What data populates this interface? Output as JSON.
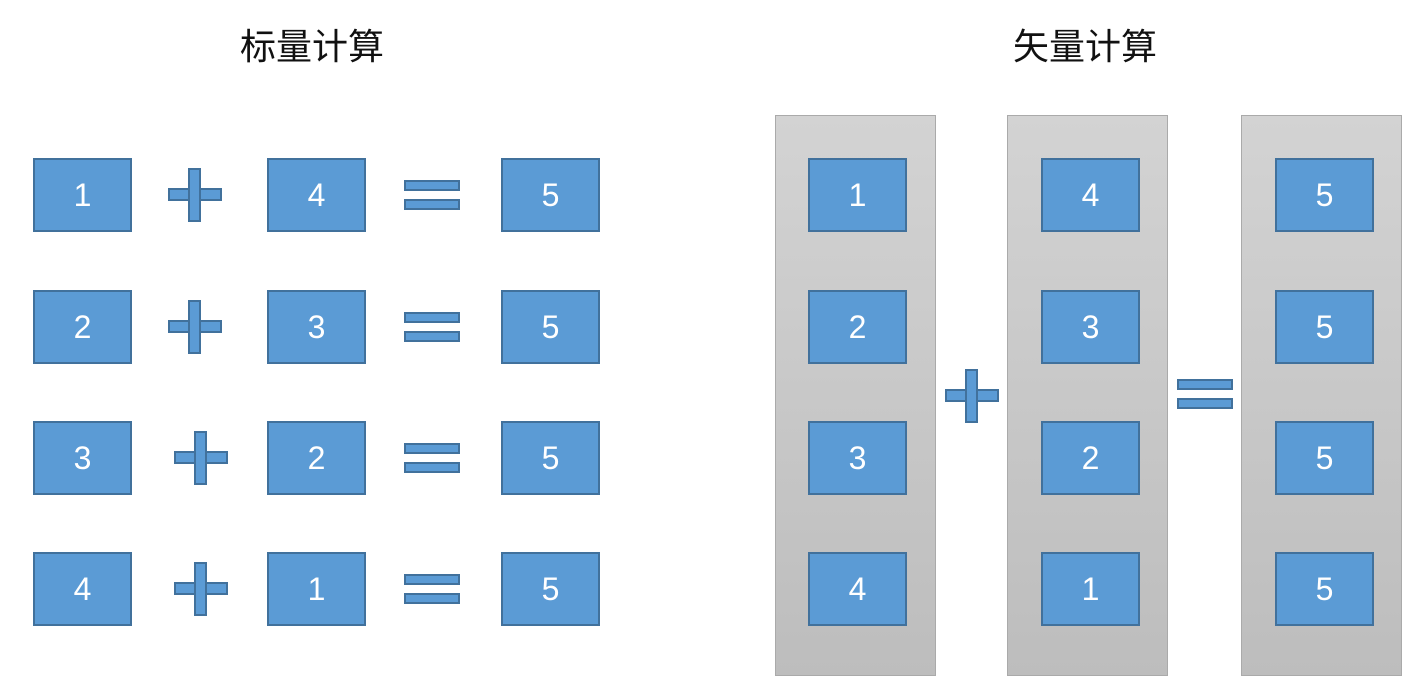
{
  "scalar": {
    "title": "标量计算",
    "rows": [
      {
        "a": "1",
        "b": "4",
        "result": "5"
      },
      {
        "a": "2",
        "b": "3",
        "result": "5"
      },
      {
        "a": "3",
        "b": "2",
        "result": "5"
      },
      {
        "a": "4",
        "b": "1",
        "result": "5"
      }
    ]
  },
  "vector": {
    "title": "矢量计算",
    "a": [
      "1",
      "2",
      "3",
      "4"
    ],
    "b": [
      "4",
      "3",
      "2",
      "1"
    ],
    "result": [
      "5",
      "5",
      "5",
      "5"
    ]
  },
  "colors": {
    "box_fill": "#5b9bd5",
    "box_border": "#41719c",
    "column_fill": "#c8c8c8"
  }
}
